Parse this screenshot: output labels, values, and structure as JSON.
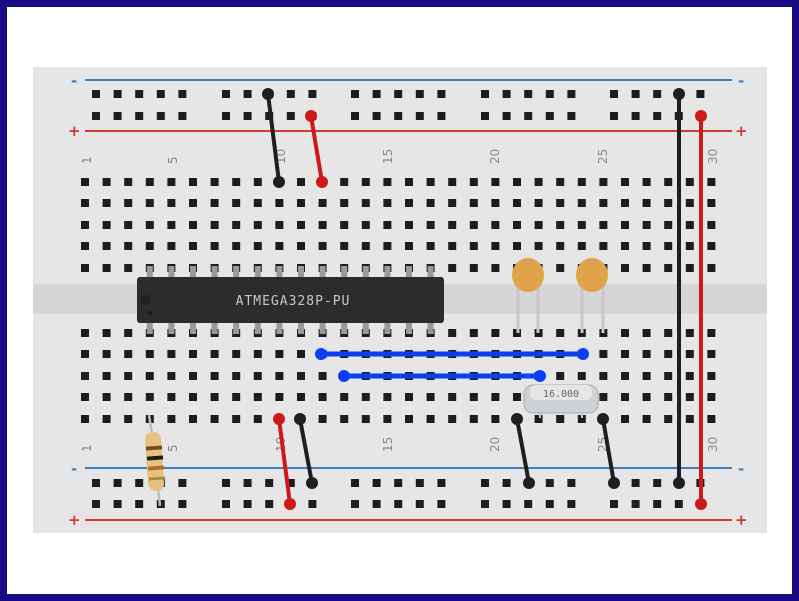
{
  "breadboard": {
    "column_numbers": [
      "1",
      "5",
      "10",
      "15",
      "20",
      "25",
      "30"
    ],
    "rail_minus": "-",
    "rail_plus": "+"
  },
  "chip": {
    "label": "ATMEGA328P-PU"
  },
  "crystal": {
    "label": "16.000"
  },
  "colors": {
    "board": "#e6e6e6",
    "rail_minus_line": "#3a7fc4",
    "rail_plus_line": "#d33a2c",
    "wire_black": "#1f1f1f",
    "wire_red": "#cc1a1a",
    "wire_blue": "#0b3ef0",
    "capacitor": "#e0a24a",
    "chip_body": "#2a2c2e"
  }
}
